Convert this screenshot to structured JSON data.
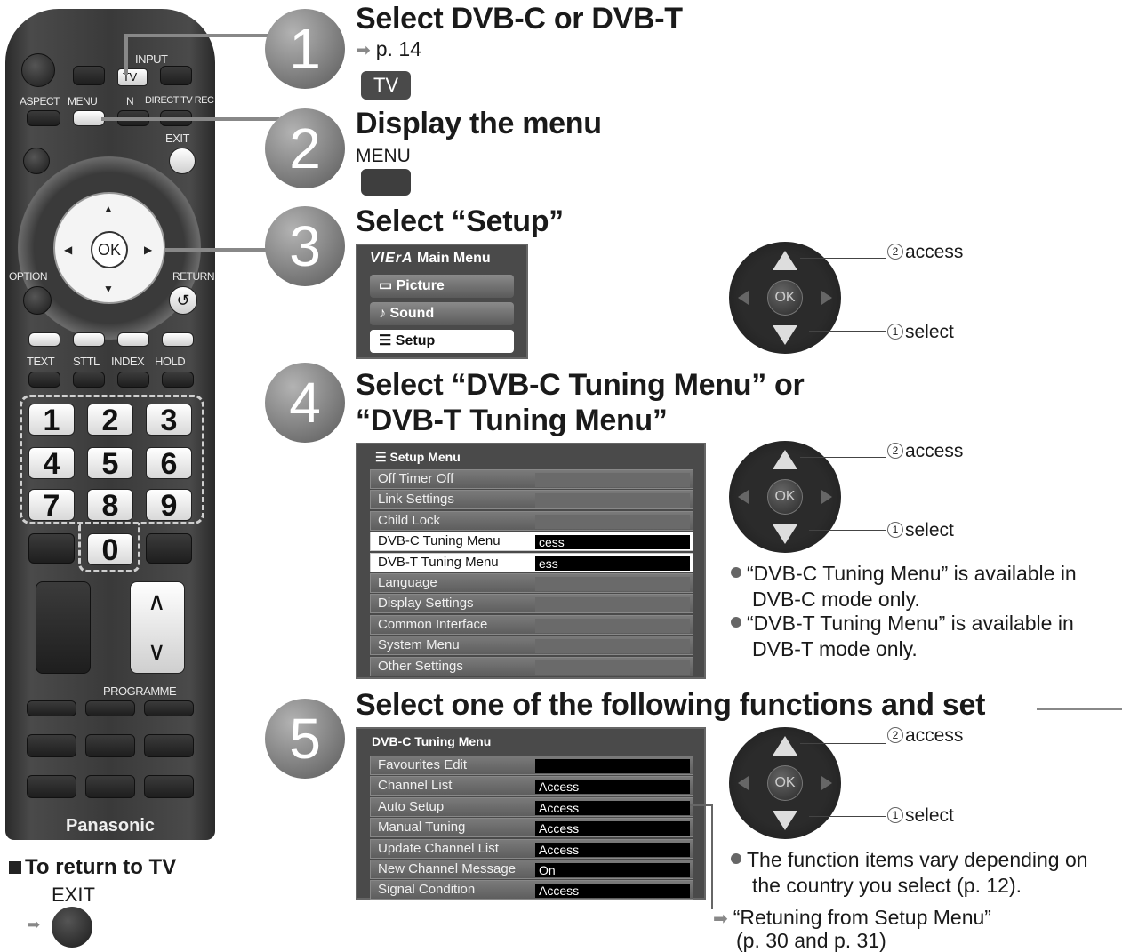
{
  "remote": {
    "labels": {
      "input": "INPUT",
      "tv": "TV",
      "aspect": "ASPECT",
      "menu": "MENU",
      "n": "N",
      "direct_tv_rec": "DIRECT TV REC",
      "exit": "EXIT",
      "ok": "OK",
      "option": "OPTION",
      "return": "RETURN",
      "text": "TEXT",
      "sttl": "STTL",
      "index": "INDEX",
      "hold": "HOLD",
      "programme": "PROGRAMME",
      "brand": "Panasonic"
    },
    "numbers": [
      "1",
      "2",
      "3",
      "4",
      "5",
      "6",
      "7",
      "8",
      "9",
      "0"
    ],
    "prog_up": "∧",
    "prog_down": "∨"
  },
  "return_to_tv": {
    "title": "To return to TV",
    "exit_label": "EXIT"
  },
  "steps": {
    "s1": {
      "num": "1",
      "title": "Select DVB-C or DVB-T",
      "ref": "p. 14",
      "button": "TV"
    },
    "s2": {
      "num": "2",
      "title": "Display the menu",
      "button": "MENU"
    },
    "s3": {
      "num": "3",
      "title": "Select “Setup”"
    },
    "s4": {
      "num": "4",
      "title_line1": "Select “DVB-C Tuning Menu” or",
      "title_line2": "“DVB-T Tuning Menu”"
    },
    "s5": {
      "num": "5",
      "title": "Select one of the following functions and set"
    }
  },
  "viera_menu": {
    "logo": "VIErA",
    "title": "Main Menu",
    "items": [
      {
        "icon": "▭",
        "label": "Picture"
      },
      {
        "icon": "♪",
        "label": "Sound"
      },
      {
        "icon": "☰",
        "label": "Setup"
      }
    ]
  },
  "setup_menu": {
    "title": "Setup Menu",
    "items": [
      {
        "label": "Off Timer Off",
        "value": ""
      },
      {
        "label": "Link Settings",
        "value": ""
      },
      {
        "label": "Child Lock",
        "value": ""
      },
      {
        "label": "DVB-C Tuning Menu",
        "value": "cess"
      },
      {
        "label": "DVB-T Tuning Menu",
        "value": "ess"
      },
      {
        "label": "Language",
        "value": ""
      },
      {
        "label": "Display Settings",
        "value": ""
      },
      {
        "label": "Common Interface",
        "value": ""
      },
      {
        "label": "System Menu",
        "value": ""
      },
      {
        "label": "Other Settings",
        "value": ""
      }
    ]
  },
  "dvbc_menu": {
    "title": "DVB-C Tuning Menu",
    "items": [
      {
        "label": "Favourites Edit",
        "value": ""
      },
      {
        "label": "Channel List",
        "value": "Access"
      },
      {
        "label": "Auto Setup",
        "value": "Access"
      },
      {
        "label": "Manual Tuning",
        "value": "Access"
      },
      {
        "label": "Update Channel List",
        "value": "Access"
      },
      {
        "label": "New Channel Message",
        "value": "On"
      },
      {
        "label": "Signal Condition",
        "value": "Access"
      }
    ]
  },
  "pad": {
    "ok": "OK",
    "access_num": "2",
    "access": "access",
    "select_num": "1",
    "select": "select"
  },
  "notes": {
    "dvbc_line1": "“DVB-C Tuning Menu” is available in",
    "dvbc_line2": "DVB-C mode only.",
    "dvbt_line1": "“DVB-T Tuning Menu” is available in",
    "dvbt_line2": "DVB-T mode only.",
    "function_line1": "The function items vary depending on",
    "function_line2": "the country you select (p. 12).",
    "retune_line1": "“Retuning from Setup Menu”",
    "retune_line2": "(p. 30 and p. 31)"
  }
}
